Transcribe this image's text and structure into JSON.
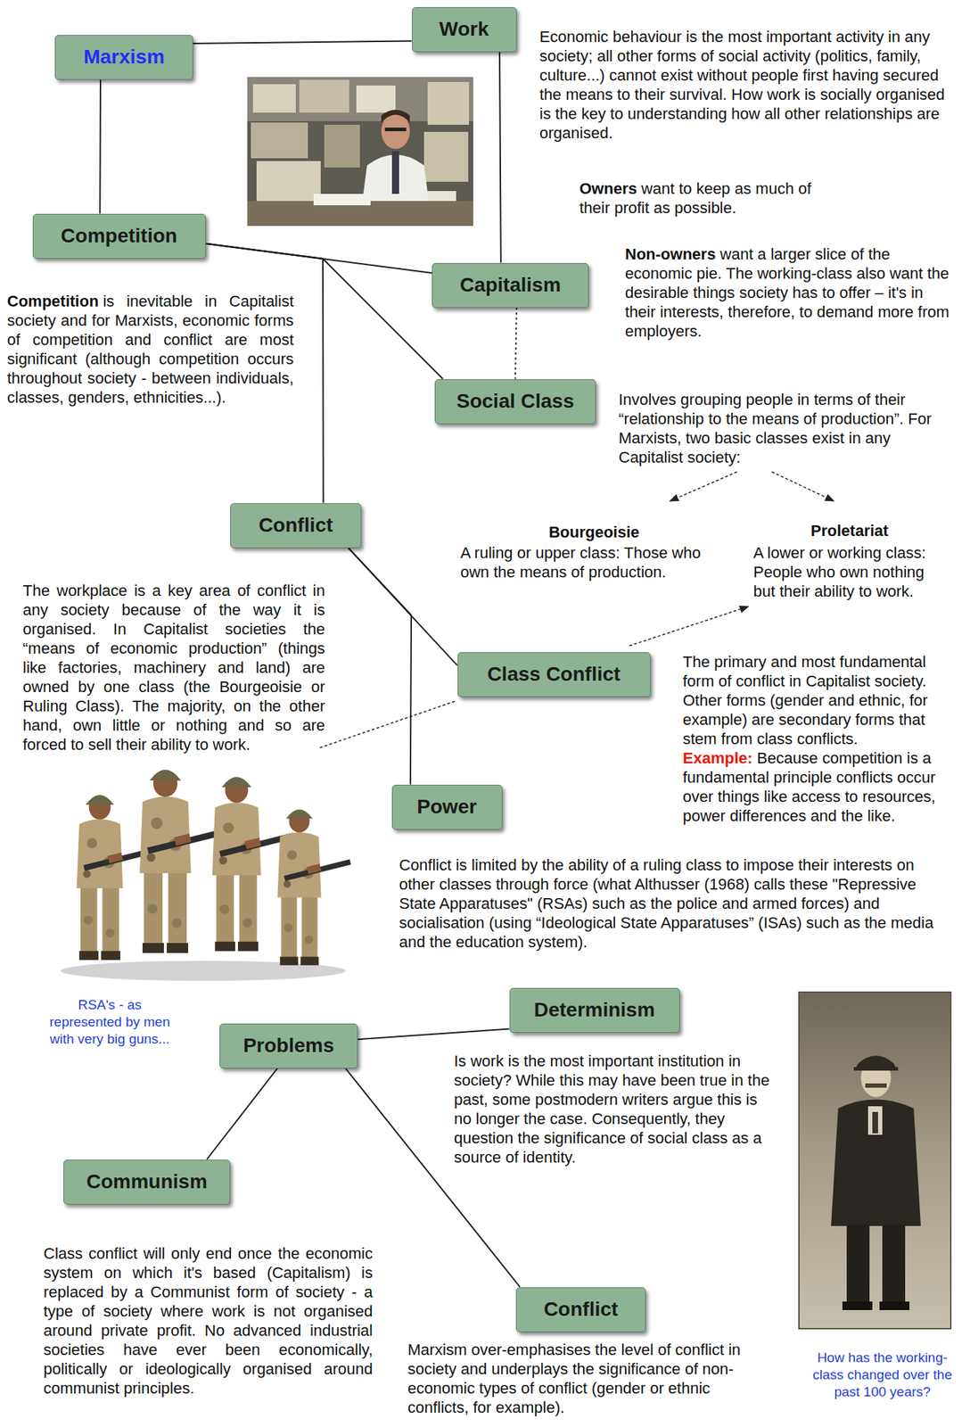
{
  "diagram": {
    "nodes": [
      {
        "text": [
          "Marxism"
        ]
      },
      {
        "text": [
          "Work"
        ]
      },
      {
        "text": [
          "Competition"
        ]
      },
      {
        "text": [
          "Capitalism"
        ]
      },
      {
        "text": [
          "Social Class"
        ]
      },
      {
        "text": [
          "Conflict"
        ]
      },
      {
        "text": [
          "Class Conflict"
        ]
      },
      {
        "text": [
          "Power"
        ]
      },
      {
        "text": [
          "Problems"
        ]
      },
      {
        "text": [
          "Determinism"
        ]
      },
      {
        "text": [
          "Communism"
        ]
      },
      {
        "text": [
          "Conflict"
        ]
      }
    ],
    "edges": [
      {
        "from": 0,
        "to": 1,
        "arrow": "none"
      },
      {
        "from": 0,
        "to": 2,
        "arrow": "none"
      },
      {
        "from": 1,
        "to": 3,
        "arrow": "none"
      },
      {
        "from": 2,
        "to": 3,
        "arrow": "none"
      },
      {
        "from": 2,
        "to": 4,
        "arrow": "none"
      },
      {
        "from": 2,
        "to": 5,
        "arrow": "none"
      },
      {
        "from": 3,
        "to": 4,
        "arrow": "none"
      },
      {
        "from": 5,
        "to": 6,
        "arrow": "none"
      },
      {
        "from": 5,
        "to": 7,
        "arrow": "none"
      },
      {
        "from": 8,
        "to": 9,
        "arrow": "none"
      },
      {
        "from": 8,
        "to": 10,
        "arrow": "none"
      },
      {
        "from": 8,
        "to": 11,
        "arrow": "none"
      }
    ],
    "labels": [
      "Economic behaviour is the most important activity in any society; all other forms of social activity (politics, family, culture...) cannot exist without people first having secured the means to their survival. How work is socially organised is the key to understanding how all other relationships are organised.",
      "Owners",
      "want to keep as much of their profit as possible.",
      "Non-owners",
      "want a larger slice of the economic pie. The working-class also want the desirable things society has to offer – it's in their interests, therefore, to demand more from employers.",
      "Competition",
      "is inevitable in Capitalist society and for Marxists, economic forms of competition and conflict are most significant (although competition occurs throughout society - between individuals, classes, genders, ethnicities...).",
      "Involves grouping people in terms of their “relationship to the means of production”. For Marxists, two basic classes exist in any Capitalist society:",
      "Bourgeoisie",
      "A ruling or upper class: Those who own the means of production.",
      "Proletariat",
      "A lower or working class: People who own nothing but their ability to work.",
      "The workplace is a key area of conflict in any society because of the way it is organised. In Capitalist societies the “means of economic production” (things like factories, machinery and land) are owned by one class (the Bourgeoisie or Ruling Class). The majority, on the other hand, own little or nothing and so are forced to sell their ability to work.",
      "The primary and most fundamental form of conflict in Capitalist society. Other forms (gender and ethnic, for example) are secondary forms that stem from class conflicts.",
      "Example:",
      "Because competition is a fundamental principle conflicts occur over things like access to resources, power differences and the like.",
      "Conflict is limited by the ability of a ruling class to impose their interests on other classes through force (what Althusser (1968) calls these \"Repressive State Apparatuses\" (RSAs) such as the police and armed forces) and socialisation (using “Ideological State Apparatuses” (ISAs) such as the media and the education system).",
      "RSA's - as represented by men with very big guns...",
      "Is work is the most important institution in society? While this may have been true in the past, some postmodern writers argue this is no longer the case. Consequently, they question the significance of social class as a source of identity.",
      "Class conflict will only end once the economic system on which it's based (Capitalism) is replaced by a Communist form of society - a type of society where work is not organised around private profit. No advanced industrial societies have ever been economically, politically or ideologically organised around communist principles.",
      "Marxism over-emphasises the level of conflict in society and underplays the significance of non-economic types of conflict (gender or ethnic conflicts, for example).",
      "How has the working-class changed over the past 100 years?"
    ]
  }
}
